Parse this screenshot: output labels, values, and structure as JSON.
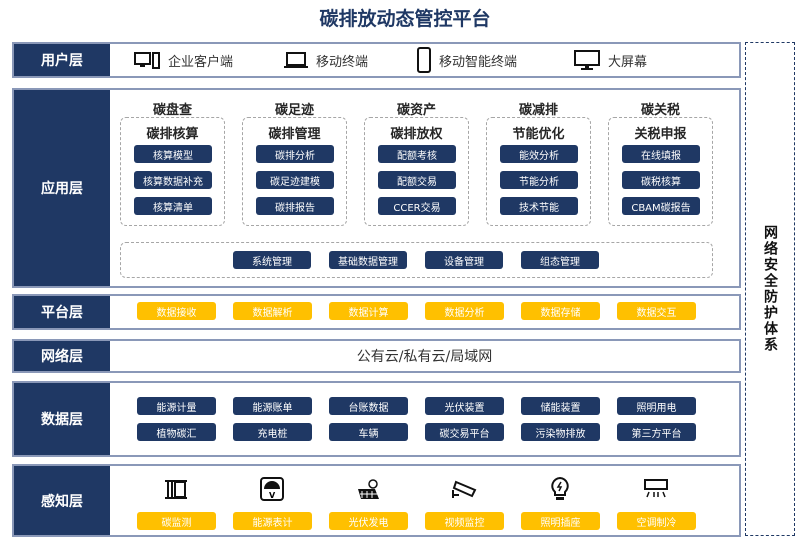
{
  "title": "碳排放动态管控平台",
  "side_label": "网络安全防护体系",
  "colors": {
    "navy": "#1f3864",
    "gold": "#ffc000"
  },
  "user_layer": {
    "label": "用户层",
    "items": [
      {
        "icon": "desktop-icon",
        "label": "企业客户端"
      },
      {
        "icon": "laptop-icon",
        "label": "移动终端"
      },
      {
        "icon": "smartphone-icon",
        "label": "移动智能终端"
      },
      {
        "icon": "monitor-icon",
        "label": "大屏幕"
      }
    ]
  },
  "app_layer": {
    "label": "应用层",
    "groups": [
      {
        "title": "碳盘查",
        "subtitle": "碳排核算",
        "items": [
          "核算模型",
          "核算数据补充",
          "核算清单"
        ]
      },
      {
        "title": "碳足迹",
        "subtitle": "碳排管理",
        "items": [
          "碳排分析",
          "碳足迹建模",
          "碳排报告"
        ]
      },
      {
        "title": "碳资产",
        "subtitle": "碳排放权",
        "items": [
          "配额考核",
          "配额交易",
          "CCER交易"
        ]
      },
      {
        "title": "碳减排",
        "subtitle": "节能优化",
        "items": [
          "能效分析",
          "节能分析",
          "技术节能"
        ]
      },
      {
        "title": "碳关税",
        "subtitle": "关税申报",
        "items": [
          "在线填报",
          "碳税核算",
          "CBAM碳报告"
        ]
      }
    ],
    "system": [
      "系统管理",
      "基础数据管理",
      "设备管理",
      "组态管理"
    ]
  },
  "platform_layer": {
    "label": "平台层",
    "items": [
      "数据接收",
      "数据解析",
      "数据计算",
      "数据分析",
      "数据存储",
      "数据交互"
    ]
  },
  "network_layer": {
    "label": "网络层",
    "text": "公有云/私有云/局域网"
  },
  "data_layer": {
    "label": "数据层",
    "items": [
      "能源计量",
      "能源账单",
      "台账数据",
      "光伏装置",
      "储能装置",
      "照明用电",
      "植物碳汇",
      "充电桩",
      "车辆",
      "碳交易平台",
      "污染物排放",
      "第三方平台"
    ]
  },
  "sensing_layer": {
    "label": "感知层",
    "items": [
      {
        "icon": "carbon-monitor-icon",
        "label": "碳监测"
      },
      {
        "icon": "meter-icon",
        "label": "能源表计"
      },
      {
        "icon": "solar-panel-icon",
        "label": "光伏发电"
      },
      {
        "icon": "cctv-camera-icon",
        "label": "视频监控"
      },
      {
        "icon": "lightbulb-icon",
        "label": "照明插座"
      },
      {
        "icon": "air-conditioner-icon",
        "label": "空调制冷"
      }
    ]
  }
}
